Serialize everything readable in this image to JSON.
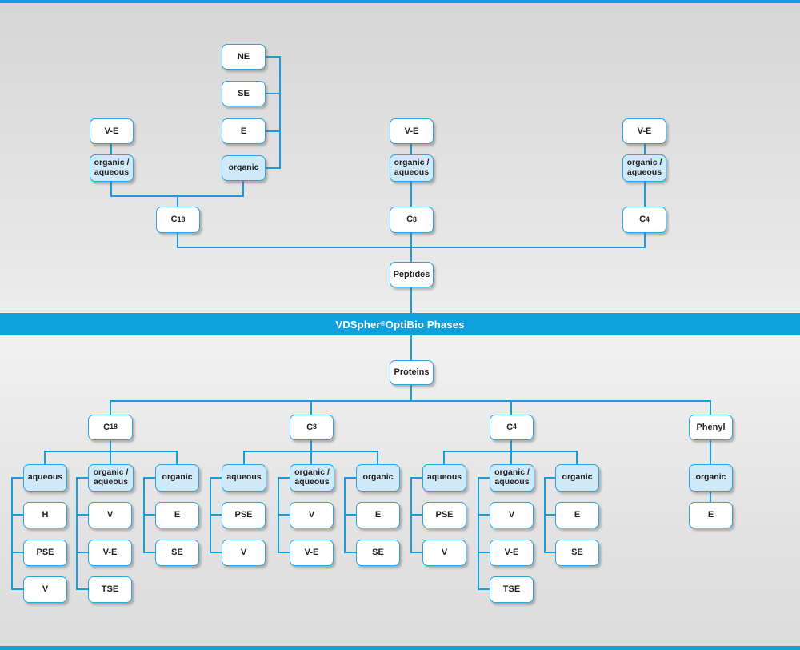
{
  "banner": {
    "title": "VDSpher® OptiBio Phases"
  },
  "colors": {
    "accent_blue": "#0fa0de",
    "connector_blue": "#189dda",
    "mode_fill": "#cfe9f8",
    "box_border": "#2aa5dd"
  },
  "peptides": {
    "hub_label": "Peptides",
    "c18": {
      "label": "C18",
      "organic": {
        "mode_label": "organic",
        "phases": [
          "NE",
          "SE",
          "E"
        ]
      },
      "organic_aqueous": {
        "mode_label": "organic /\naqueous",
        "phases": [
          "V-E"
        ]
      }
    },
    "c8": {
      "label": "C8",
      "organic_aqueous": {
        "mode_label": "organic /\naqueous",
        "phases": [
          "V-E"
        ]
      }
    },
    "c4": {
      "label": "C4",
      "organic_aqueous": {
        "mode_label": "organic /\naqueous",
        "phases": [
          "V-E"
        ]
      }
    }
  },
  "proteins": {
    "hub_label": "Proteins",
    "c18": {
      "label": "C18",
      "aqueous": {
        "mode_label": "aqueous",
        "phases": [
          "H",
          "PSE",
          "V"
        ]
      },
      "organic_aqueous": {
        "mode_label": "organic /\naqueous",
        "phases": [
          "V",
          "V-E",
          "TSE"
        ]
      },
      "organic": {
        "mode_label": "organic",
        "phases": [
          "E",
          "SE"
        ]
      }
    },
    "c8": {
      "label": "C8",
      "aqueous": {
        "mode_label": "aqueous",
        "phases": [
          "PSE",
          "V"
        ]
      },
      "organic_aqueous": {
        "mode_label": "organic /\naqueous",
        "phases": [
          "V",
          "V-E"
        ]
      },
      "organic": {
        "mode_label": "organic",
        "phases": [
          "E",
          "SE"
        ]
      }
    },
    "c4": {
      "label": "C4",
      "aqueous": {
        "mode_label": "aqueous",
        "phases": [
          "PSE",
          "V"
        ]
      },
      "organic_aqueous": {
        "mode_label": "organic /\naqueous",
        "phases": [
          "V",
          "V-E",
          "TSE"
        ]
      },
      "organic": {
        "mode_label": "organic",
        "phases": [
          "E",
          "SE"
        ]
      }
    },
    "phenyl": {
      "label": "Phenyl",
      "organic": {
        "mode_label": "organic",
        "phases": [
          "E"
        ]
      }
    }
  }
}
